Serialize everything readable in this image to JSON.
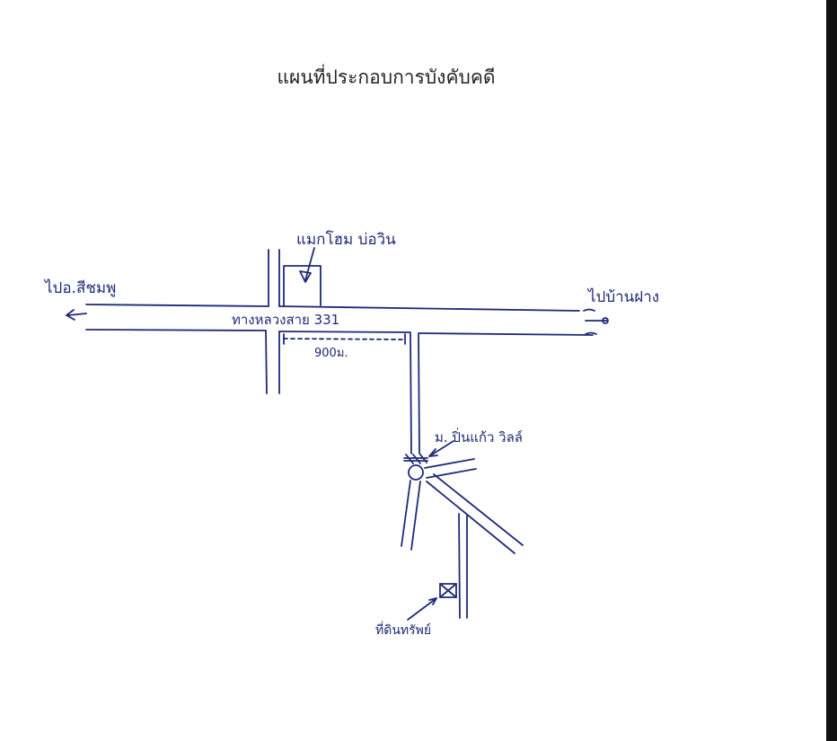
{
  "title": "แผนที่ประกอบการบังคับคดี",
  "map": {
    "label_to_left": "ไปอ.สีชมพู",
    "label_to_right": "ไปบ้านฝาง",
    "road_label": "ทางหลวงสาย 331",
    "landmark_top": "แมกโฮม บ่อวิน",
    "distance_label": "900ม.",
    "village_label": "ม. ปิ่นแก้ว วิลล์",
    "property_label": "ที่ดินทรัพย์",
    "ink_color": "#1f2a78"
  }
}
